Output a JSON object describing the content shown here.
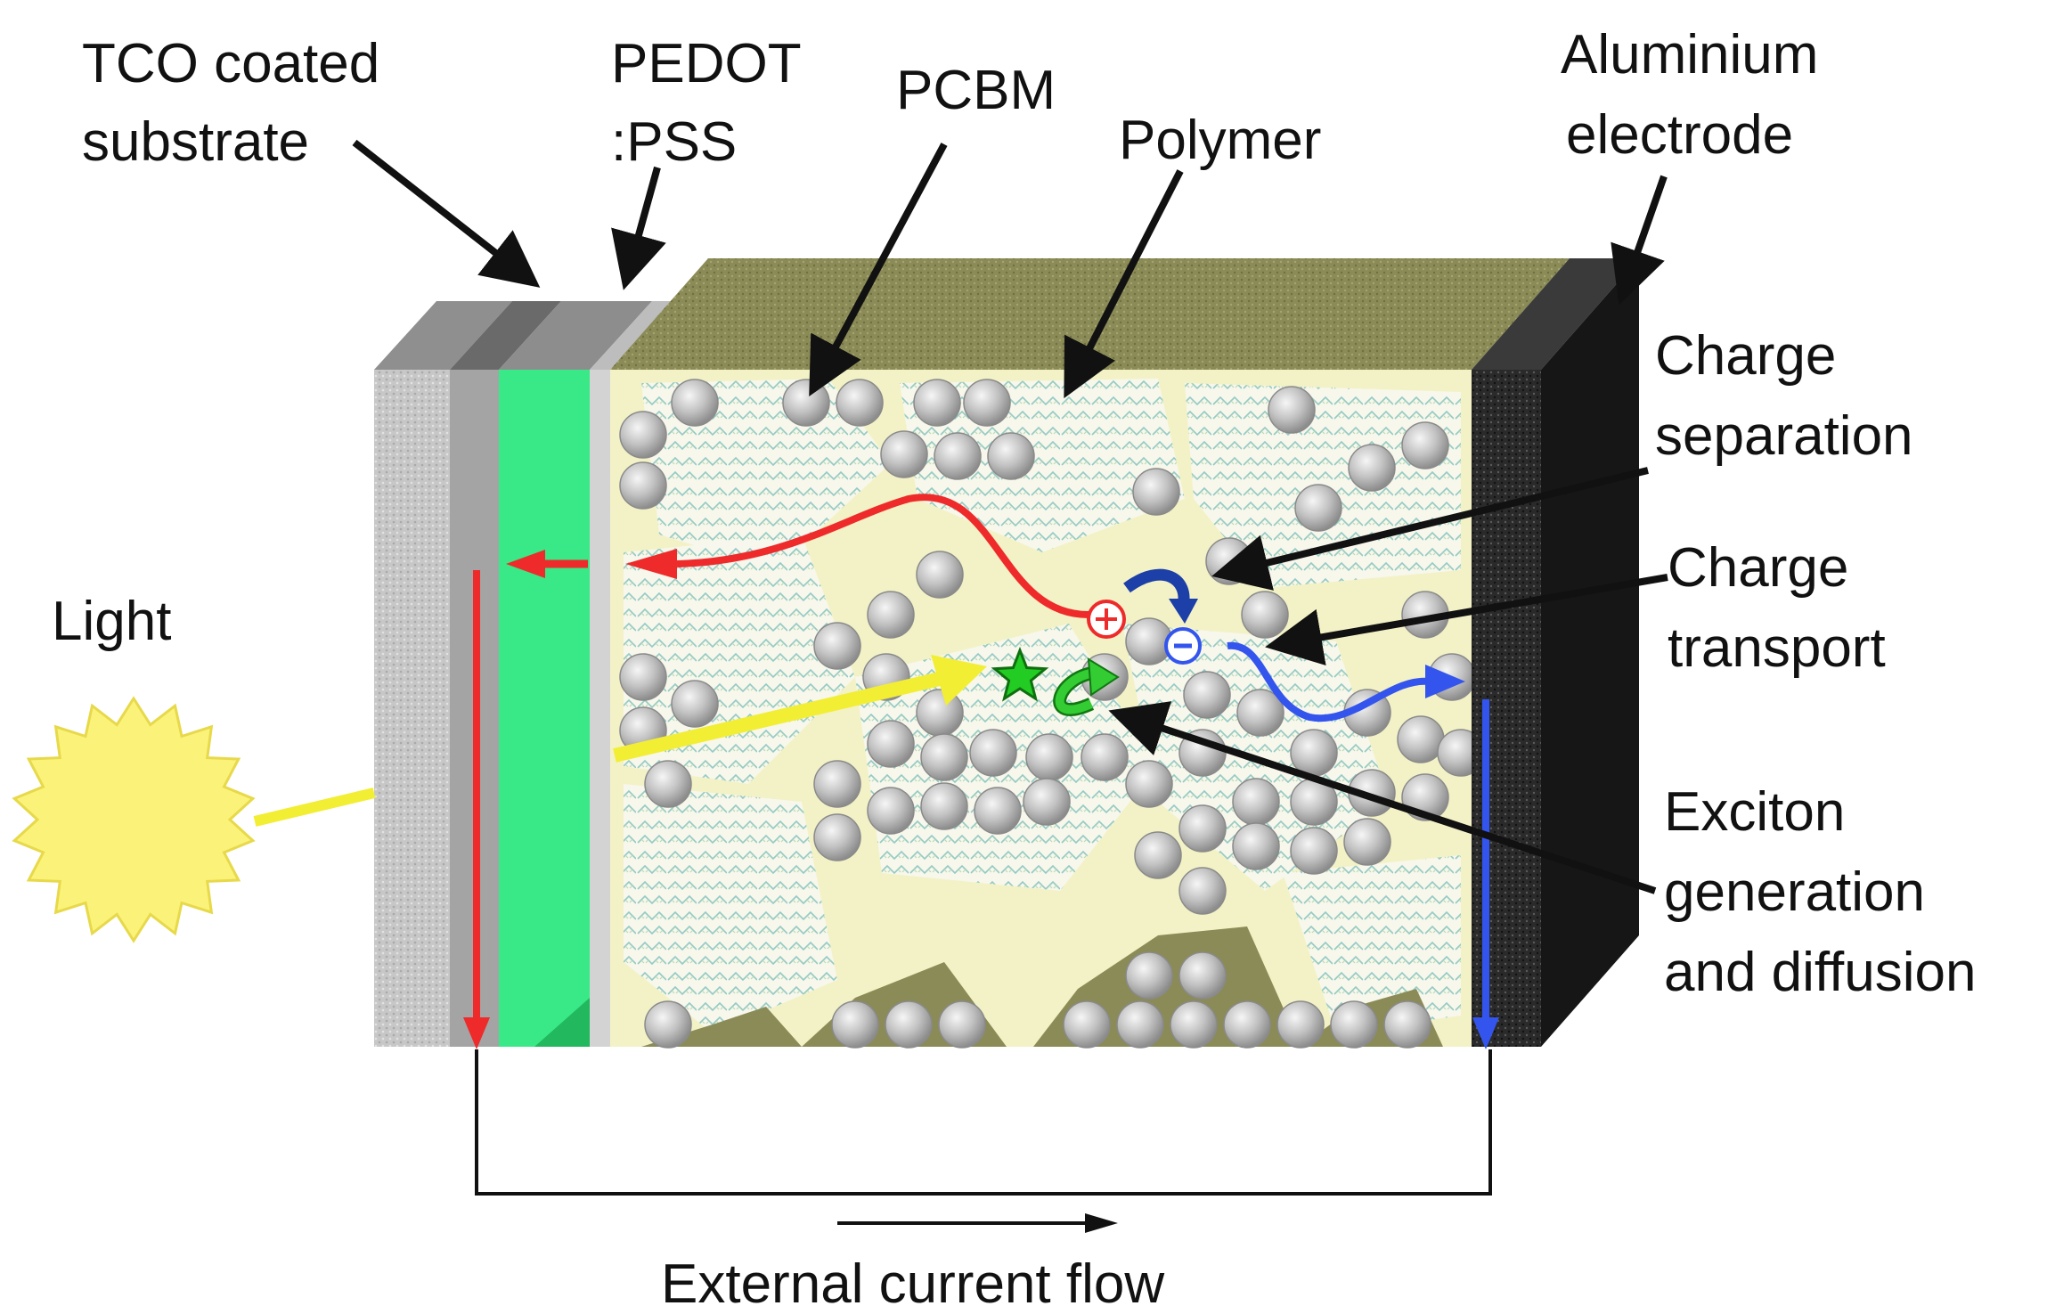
{
  "labels": {
    "tco_line1": "TCO coated",
    "tco_line2": "substrate",
    "pedot_line1": "PEDOT",
    "pedot_line2": ":PSS",
    "pcbm": "PCBM",
    "polymer": "Polymer",
    "al_line1": "Aluminium",
    "al_line2": "electrode",
    "cs_line1": "Charge",
    "cs_line2": "separation",
    "ct_line1": "Charge",
    "ct_line2": "transport",
    "ex_line1": "Exciton",
    "ex_line2": "generation",
    "ex_line3": "and diffusion",
    "light": "Light",
    "external": "External current flow"
  },
  "colors": {
    "tco": "#b9b9b9",
    "pedot": "#39e886",
    "blend_bg": "#f3f2c6",
    "top_face": "#8c8c58",
    "electrode": "#262626",
    "hole_path": "#ee2a2a",
    "electron_path": "#3355ee",
    "light_ray": "#f2ee33",
    "sun": "#fbf27a",
    "pcbm_sphere": "#b5b5b5"
  },
  "icons": {
    "sun": "sun-icon",
    "exciton": "star-icon",
    "hole": "plus-charge-icon",
    "electron": "minus-charge-icon"
  }
}
